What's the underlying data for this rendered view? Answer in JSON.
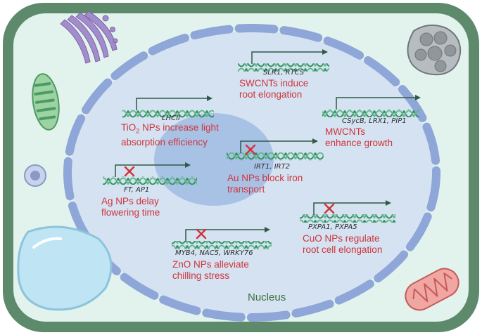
{
  "nucleus_label": "Nucleus",
  "effects": [
    {
      "id": "swcnt",
      "genes": "SLR1, RTCS",
      "lines": [
        "SWCNTs induce",
        "root elongation"
      ],
      "blocked": false
    },
    {
      "id": "tio2",
      "genes": "LHCII",
      "lines": [
        "NPs increase light",
        "absorption efficiency"
      ],
      "prefix": "TiO",
      "prefix_sub": "2",
      "blocked": false
    },
    {
      "id": "mwcnt",
      "genes": "CSycB, LRX1, PIP1",
      "lines": [
        "MWCNTs",
        "enhance growth"
      ],
      "blocked": false
    },
    {
      "id": "au",
      "genes": "IRT1, IRT2",
      "lines": [
        "Au NPs block iron",
        "transport"
      ],
      "blocked": true
    },
    {
      "id": "ag",
      "genes": "FT, AP1",
      "lines": [
        "Ag NPs delay",
        "flowering time"
      ],
      "blocked": true
    },
    {
      "id": "cuo",
      "genes": "PXPA1, PXPA5",
      "lines": [
        "CuO NPs regulate",
        "root cell elongation"
      ],
      "blocked": true
    },
    {
      "id": "zno",
      "genes": "MYB4, NAC5, WRKY76",
      "lines": [
        "ZnO NPs alleviate",
        "chilling stress"
      ],
      "blocked": true
    }
  ],
  "colors": {
    "cell_wall": "#5e8a6c",
    "cytoplasm": "#e2f3ee",
    "membrane": "#8ea6d8",
    "nucleus": "#d4e2f2",
    "nucleolus": "#a8c2e6",
    "dna": "#2f8f5c",
    "arrow": "#2f5a44",
    "caption": "#d0353b",
    "block_x": "#d0353b"
  },
  "icons": [
    "golgi-icon",
    "chloroplast-icon",
    "vacuole-icon",
    "vesicle-icon",
    "mitochondrion-icon",
    "organelle-icon"
  ]
}
